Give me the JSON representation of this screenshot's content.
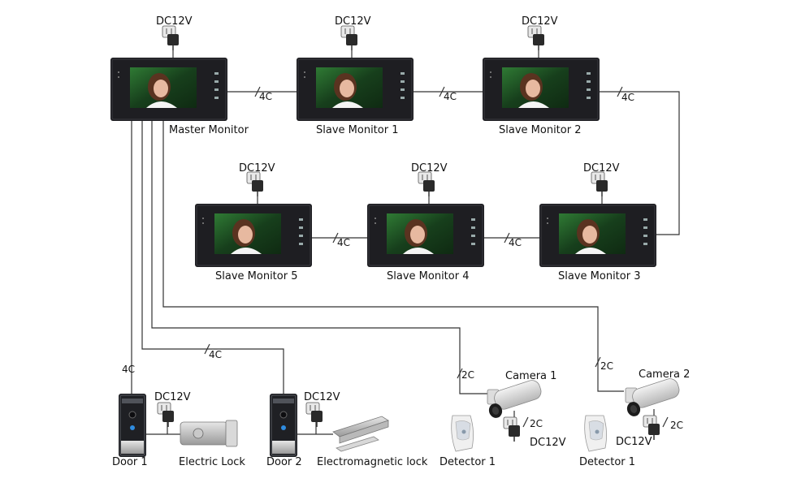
{
  "power_label": "DC12V",
  "monitors": {
    "master": "Master Monitor",
    "slave1": "Slave Monitor 1",
    "slave2": "Slave Monitor 2",
    "slave3": "Slave Monitor 3",
    "slave4": "Slave Monitor 4",
    "slave5": "Slave Monitor 5"
  },
  "wires": {
    "four_core": "4C",
    "two_core": "2C"
  },
  "devices": {
    "door1": "Door 1",
    "door2": "Door 2",
    "electric_lock": "Electric Lock",
    "em_lock": "Electromagnetic lock",
    "camera1": "Camera 1",
    "camera2": "Camera 2",
    "detector1a": "Detector 1",
    "detector1b": "Detector 1"
  },
  "colors": {
    "monitor_body": "#1e1e22",
    "screen_bg": "#1a6a2a",
    "wire": "#333333",
    "adapter": "#2a2a2a"
  }
}
